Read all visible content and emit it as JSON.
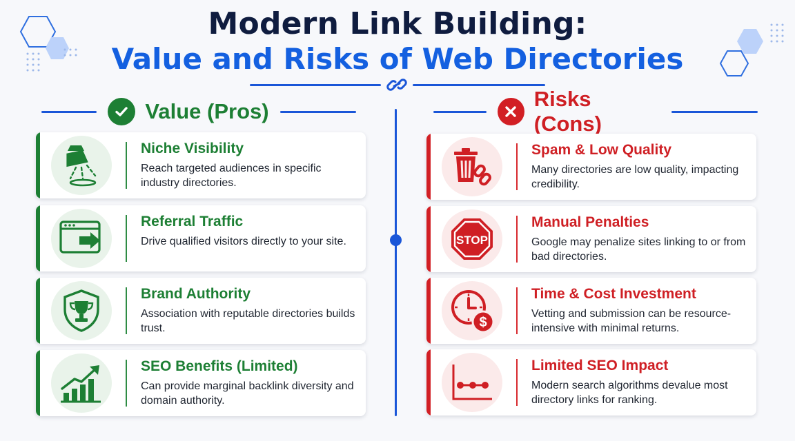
{
  "title": {
    "line1": "Modern Link Building:",
    "line2": "Value and Risks of Web Directories"
  },
  "colors": {
    "navy": "#0f1c3f",
    "blue": "#1460e0",
    "green": "#1d7f34",
    "red": "#d21f24"
  },
  "pros": {
    "heading": "Value (Pros)",
    "heading_icon": "check-circle-icon",
    "cards": [
      {
        "title": "Niche Visibility",
        "description": "Reach targeted audiences in specific industry directories.",
        "icon": "spotlight-icon"
      },
      {
        "title": "Referral Traffic",
        "description": "Drive qualified visitors directly to your site.",
        "icon": "browser-arrow-icon"
      },
      {
        "title": "Brand Authority",
        "description": "Association with reputable directories builds trust.",
        "icon": "trophy-shield-icon"
      },
      {
        "title": "SEO Benefits (Limited)",
        "description": "Can provide marginal backlink diversity and domain authority.",
        "icon": "growth-chart-icon"
      }
    ]
  },
  "cons": {
    "heading": "Risks (Cons)",
    "heading_icon": "x-circle-icon",
    "cards": [
      {
        "title": "Spam & Low Quality",
        "description": "Many directories are low quality, impacting credibility.",
        "icon": "trash-broken-link-icon"
      },
      {
        "title": "Manual Penalties",
        "description": "Google may penalize sites linking to or from bad directories.",
        "icon": "stop-sign-icon",
        "icon_text": "STOP"
      },
      {
        "title": "Time & Cost Investment",
        "description": "Vetting and submission can be resource-intensive with minimal returns.",
        "icon": "clock-dollar-icon",
        "icon_text": "$"
      },
      {
        "title": "Limited SEO Impact",
        "description": "Modern search algorithms devalue most directory links for ranking.",
        "icon": "flat-chart-icon"
      }
    ]
  }
}
